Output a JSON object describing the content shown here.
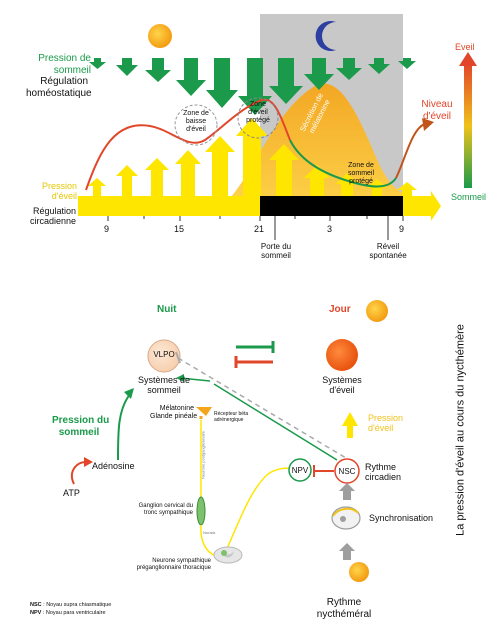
{
  "top": {
    "pression_sommeil": [
      "Pression de",
      "sommeil"
    ],
    "regulation_homeostatique": [
      "Régulation",
      "homéostatique"
    ],
    "eveil_scale": "Eveil",
    "sommeil_scale": "Sommeil",
    "niveau_eveil": [
      "Niveau",
      "d'éveil"
    ],
    "pression_eveil": [
      "Pression",
      "d'éveil"
    ],
    "regulation_circadienne": [
      "Régulation",
      "circadienne"
    ],
    "zone_baisse": [
      "Zone de",
      "baisse",
      "d'éveil"
    ],
    "zone_eveil_protege": [
      "Zone",
      "d'éveil",
      "protégé"
    ],
    "secretion": [
      "Sécrétion de",
      "mélatonine"
    ],
    "zone_sommeil_protege": [
      "Zone de",
      "sommeil",
      "protégé"
    ],
    "hours": [
      "9",
      "15",
      "21",
      "3",
      "9"
    ],
    "porte_sommeil": [
      "Porte du",
      "sommeil"
    ],
    "reveil_spontane": [
      "Réveil",
      "spontanée"
    ],
    "colors": {
      "green": "#1a9a4a",
      "red": "#e2462a",
      "yellow": "#ffe600",
      "orange": "#f7a81b",
      "grey": "#c7c7c7"
    }
  },
  "side_title": "La pression d'éveil au cours du nycthémère",
  "bottom": {
    "nuit": "Nuit",
    "jour": "Jour",
    "vlpo": "VLPO",
    "systemes_sommeil": [
      "Systèmes de",
      "sommeil"
    ],
    "systemes_eveil": [
      "Systèmes",
      "d'éveil"
    ],
    "pression_eveil": [
      "Pression",
      "d'éveil"
    ],
    "melatonine": [
      "Mélatonine",
      "Glande pinéale"
    ],
    "recepteur": [
      "Récepteur béta",
      "adrénergique"
    ],
    "pression_sommeil": [
      "Pression du",
      "sommeil"
    ],
    "adenosine": "Adénosine",
    "atp": "ATP",
    "npv": "NPV",
    "nsc": "NSC",
    "rythme_circadien": [
      "Rythme",
      "circadien"
    ],
    "synchronisation": "Synchronisation",
    "ganglion": [
      "Ganglion cervical du",
      "tronc sympathique"
    ],
    "neurone": [
      "Neurone sympathique",
      "préganglionnaire thoracique"
    ],
    "rythme_nycthemeral": [
      "Rythme",
      "nycthéméral"
    ],
    "small_vertical": "Neurone postganglionnaire",
    "noradr": "Noradr.",
    "legend": [
      {
        "abbr": "NSC",
        "text": " : Noyau supra chiasmatique"
      },
      {
        "abbr": "NPV",
        "text": " : Noyau para ventriculaire"
      }
    ]
  }
}
